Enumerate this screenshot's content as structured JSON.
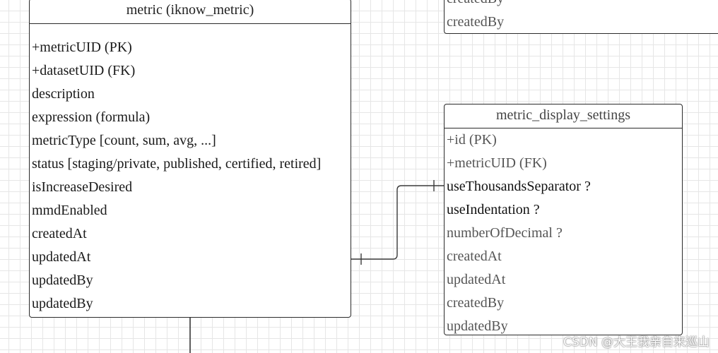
{
  "entities": {
    "metric": {
      "title": "metric (iknow_metric)",
      "fields": [
        "+metricUID (PK)",
        "+datasetUID (FK)",
        "description",
        "expression (formula)",
        "metricType [count, sum, avg, ...]",
        "status [staging/private, published, certified, retired]",
        "isIncreaseDesired",
        "mmdEnabled",
        "createdAt",
        "updatedAt",
        "updatedBy",
        "updatedBy"
      ]
    },
    "metric_display_settings": {
      "title": "metric_display_settings",
      "fields": [
        "+id (PK)",
        "+metricUID (FK)",
        "useThousandsSeparator ?",
        "useIndentation ?",
        "numberOfDecimal ?",
        "createdAt",
        "updatedAt",
        "createdBy",
        "updatedBy"
      ]
    },
    "top_right": {
      "fields": [
        "createdBy",
        "createdBy"
      ]
    }
  },
  "watermark": "CSDN @大王我亲自来巡山"
}
